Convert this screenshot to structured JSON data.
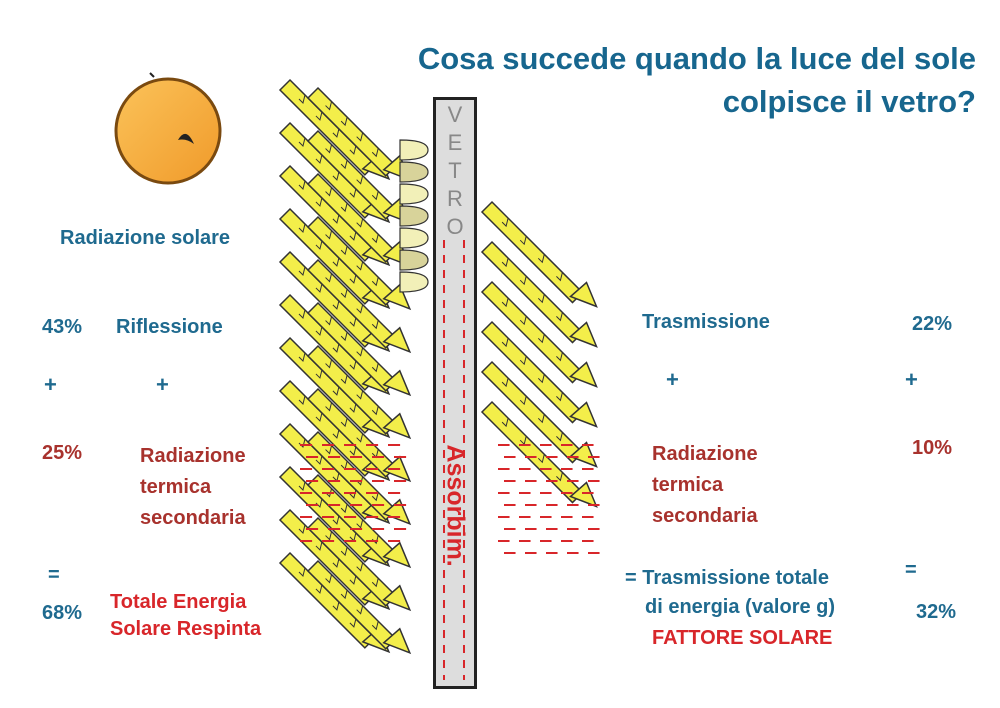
{
  "title": {
    "line1": "Cosa succede quando la luce del sole",
    "line2": "colpisce il vetro?"
  },
  "glass": {
    "letters": [
      "V",
      "E",
      "T",
      "R",
      "O"
    ],
    "absorption_label": "Assorbim."
  },
  "left": {
    "radiation_label": "Radiazione solare",
    "reflection_pct": "43%",
    "reflection_label": "Riflessione",
    "plus_1": "+",
    "plus_2": "+",
    "thermal_pct": "25%",
    "thermal_line1": "Radiazione",
    "thermal_line2": "termica",
    "thermal_line3": "secondaria",
    "equals": "=",
    "total_pct": "68%",
    "total_line1": "Totale Energia",
    "total_line2": "Solare Respinta"
  },
  "right": {
    "transmission_label": "Trasmissione",
    "transmission_pct": "22%",
    "plus_1": "+",
    "plus_2": "+",
    "thermal_pct": "10%",
    "thermal_line1": "Radiazione",
    "thermal_line2": "termica",
    "thermal_line3": "secondaria",
    "total_line1": "= Trasmissione totale",
    "equals": "=",
    "total_line2": "di energia  (valore g)",
    "total_pct": "32%",
    "solar_factor": "FATTORE SOLARE"
  },
  "colors": {
    "title_blue": "#17668e",
    "label_blue": "#1f6a8f",
    "red": "#d8262a",
    "dark_red": "#a8322d",
    "arrow_yellow": "#f3ee4a",
    "reflect_yellow": "#f2f0b8",
    "reflect_olive": "#d8d39a",
    "sun_orange": "#f6a93e"
  }
}
